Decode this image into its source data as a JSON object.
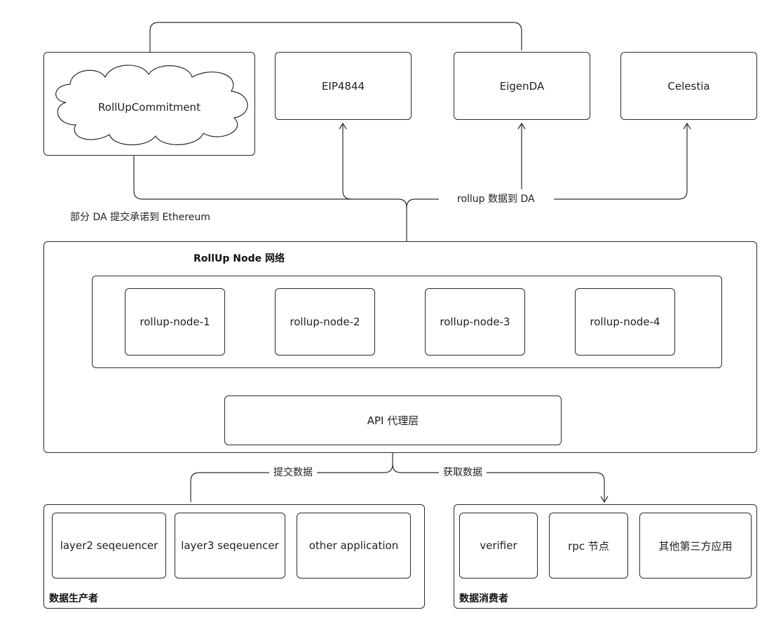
{
  "da_layer": {
    "commitment": "RollUpCommitment",
    "eip4844": "EIP4844",
    "eigenda": "EigenDA",
    "celestia": "Celestia"
  },
  "labels": {
    "rollup_to_da": "rollup 数据到 DA",
    "commit_to_eth": "部分 DA 提交承诺到 Ethereum",
    "submit_data": "提交数据",
    "fetch_data": "获取数据"
  },
  "node_network": {
    "title": "RollUp Node 网络",
    "nodes": [
      "rollup-node-1",
      "rollup-node-2",
      "rollup-node-3",
      "rollup-node-4"
    ],
    "api_proxy": "API 代理层"
  },
  "producers": {
    "title": "数据生产者",
    "items": [
      "layer2 seqeuencer",
      "layer3 seqeuencer",
      "other application"
    ]
  },
  "consumers": {
    "title": "数据消费者",
    "items": [
      "verifier",
      "rpc 节点",
      "其他第三方应用"
    ]
  }
}
